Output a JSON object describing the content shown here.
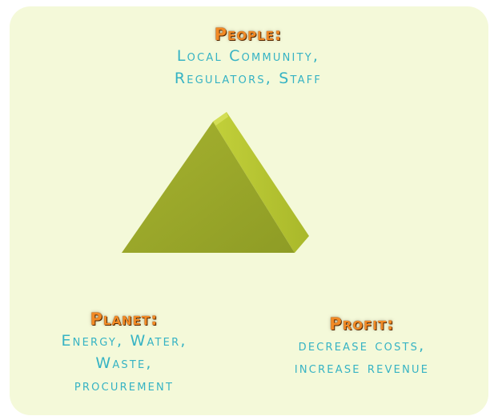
{
  "people": {
    "heading": "People:",
    "lines": [
      "Local Community,",
      "Regulators, Staff"
    ]
  },
  "planet": {
    "heading": "Planet:",
    "lines": [
      "Energy, Water,",
      "Waste,",
      "procurement"
    ]
  },
  "profit": {
    "heading": "Profit:",
    "lines": [
      "decrease costs,",
      "increase revenue"
    ]
  },
  "colors": {
    "background": "#f4f9d9",
    "heading": "#f28a25",
    "body_text": "#36b3c4",
    "pyramid_front": "#97a42a",
    "pyramid_side": "#b3c22c"
  }
}
